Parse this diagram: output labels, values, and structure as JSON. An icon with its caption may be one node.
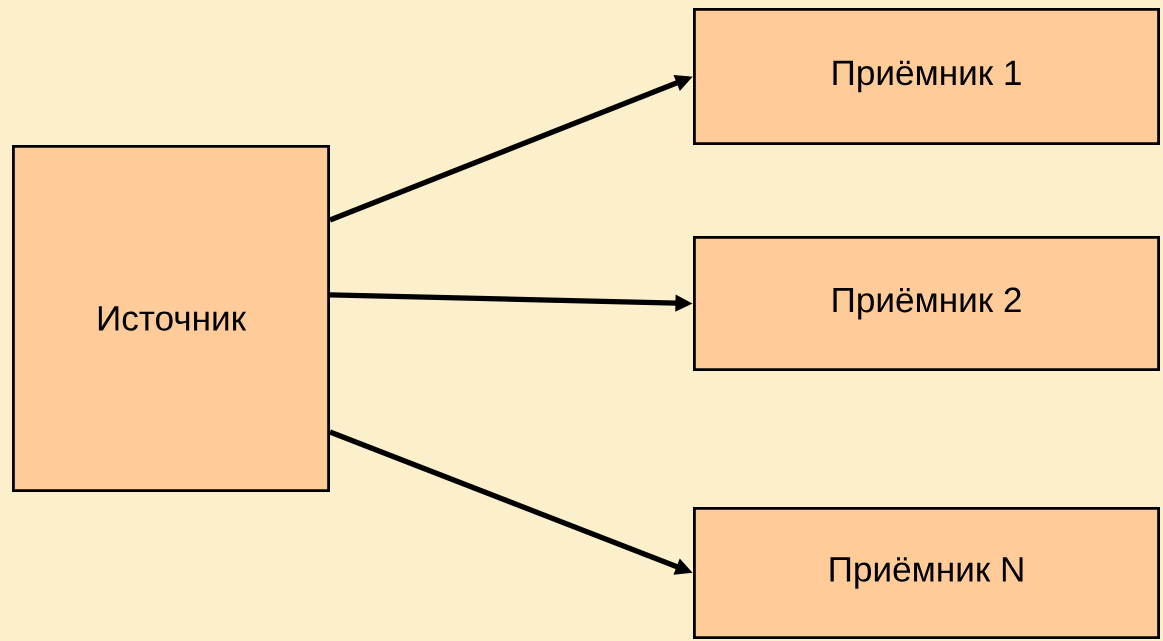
{
  "diagram": {
    "nodes": [
      {
        "text": [
          "Источник"
        ]
      },
      {
        "text": [
          "Приёмник 1"
        ]
      },
      {
        "text": [
          "Приёмник 2"
        ]
      },
      {
        "text": [
          "Приёмник N"
        ]
      }
    ],
    "edges": [
      {
        "from": 0,
        "to": 1,
        "arrow": "to"
      },
      {
        "from": 0,
        "to": 2,
        "arrow": "to"
      },
      {
        "from": 0,
        "to": 3,
        "arrow": "to"
      }
    ]
  }
}
